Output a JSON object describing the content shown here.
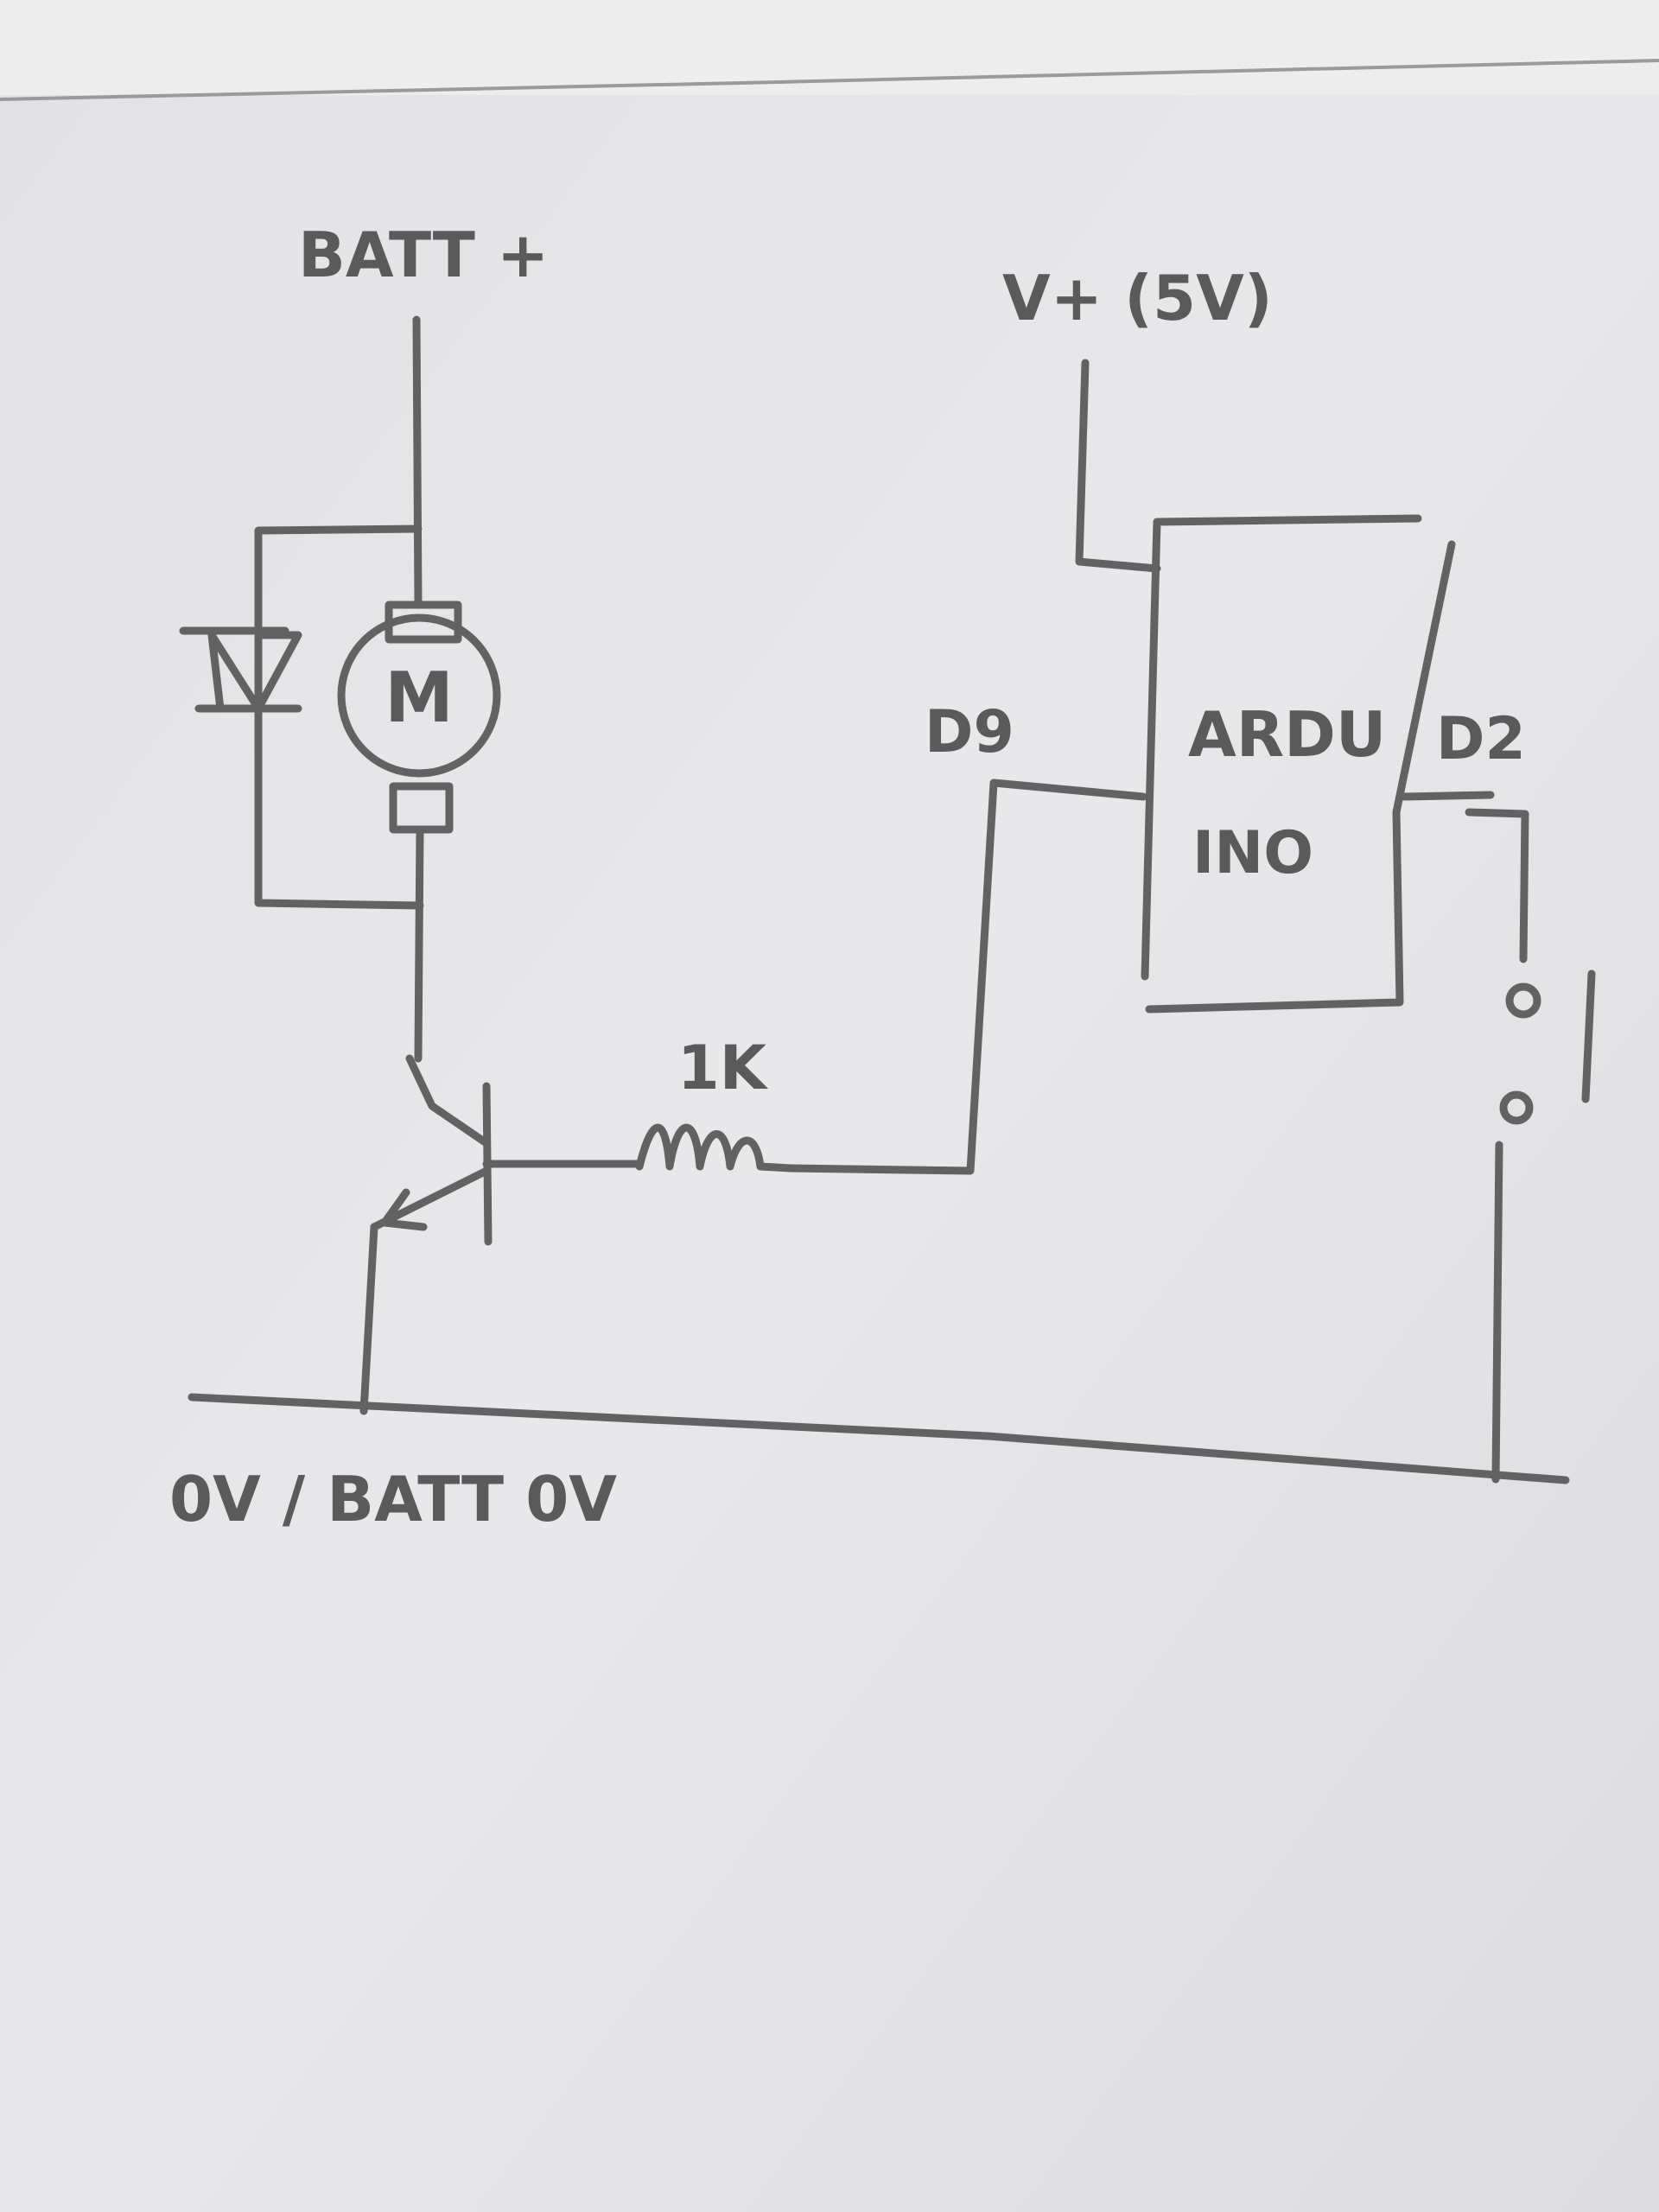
{
  "labels": {
    "battery_positive": "BATT +",
    "supply": "V+ (5V)",
    "pin_d9": "D9",
    "arduino_top": "ARDU",
    "arduino_bottom": "INO",
    "pin_d2": "D2",
    "motor": "M",
    "resistor": "1K",
    "ground": "0V / BATT 0V"
  },
  "colors": {
    "paper": "#e4e4e6",
    "pencil": "#626262"
  }
}
